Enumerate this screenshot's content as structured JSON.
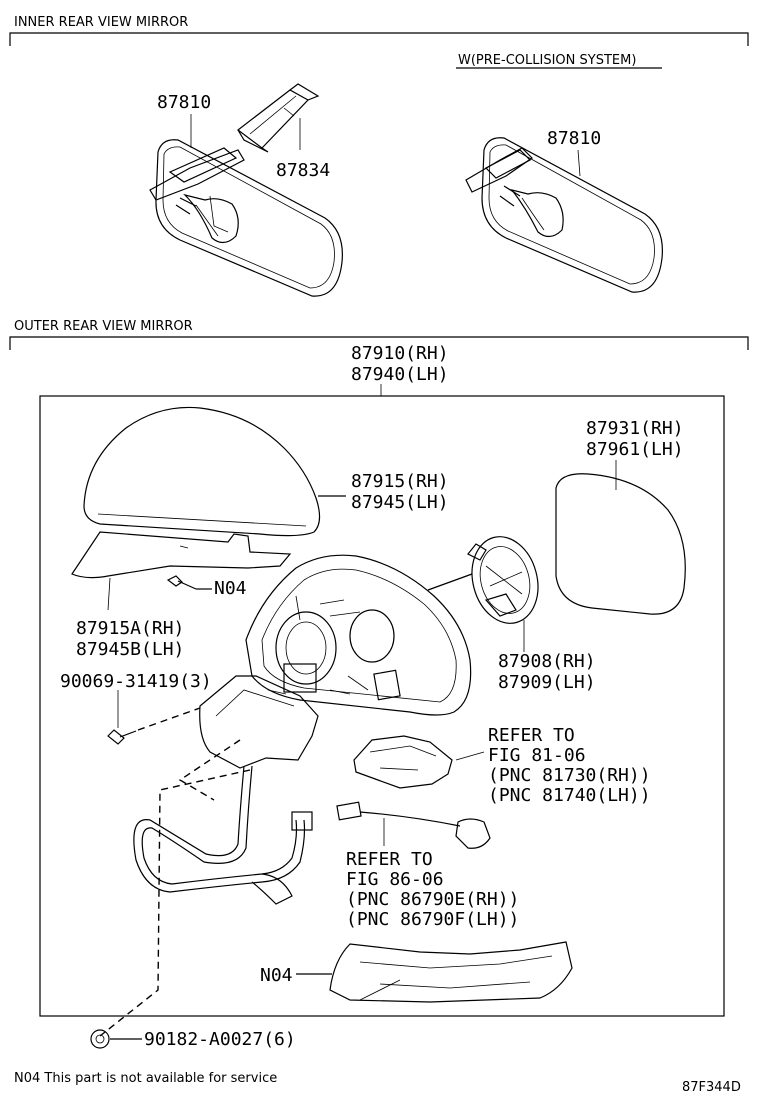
{
  "sections": {
    "inner": "INNER REAR VIEW MIRROR",
    "outer": "OUTER REAR VIEW MIRROR"
  },
  "inner": {
    "variant_label": "W(PRE-COLLISION SYSTEM)",
    "part_mirror_left": "87810",
    "part_cover": "87834",
    "part_mirror_right": "87810"
  },
  "outer": {
    "assy_rh": "87910(RH)",
    "assy_lh": "87940(LH)",
    "mirror_rh": "87931(RH)",
    "mirror_lh": "87961(LH)",
    "cover_rh": "87915(RH)",
    "cover_lh": "87945(LH)",
    "lower_cover_rh": "87915A(RH)",
    "lower_cover_lh": "87945B(LH)",
    "screw_label": "N04",
    "bolt": "90069-31419(3)",
    "actuator_rh": "87908(RH)",
    "actuator_lh": "87909(LH)",
    "refer1_a": "REFER TO",
    "refer1_b": "FIG 81-06",
    "refer1_c": "(PNC 81730(RH))",
    "refer1_d": "(PNC 81740(LH))",
    "refer2_a": "REFER TO",
    "refer2_b": "FIG 86-06",
    "refer2_c": "(PNC 86790E(RH))",
    "refer2_d": "(PNC 86790F(LH))",
    "lamp_label": "N04",
    "nut": "90182-A0027(6)"
  },
  "footer": {
    "note": "N04 This part is not available for service",
    "code": "87F344D"
  }
}
